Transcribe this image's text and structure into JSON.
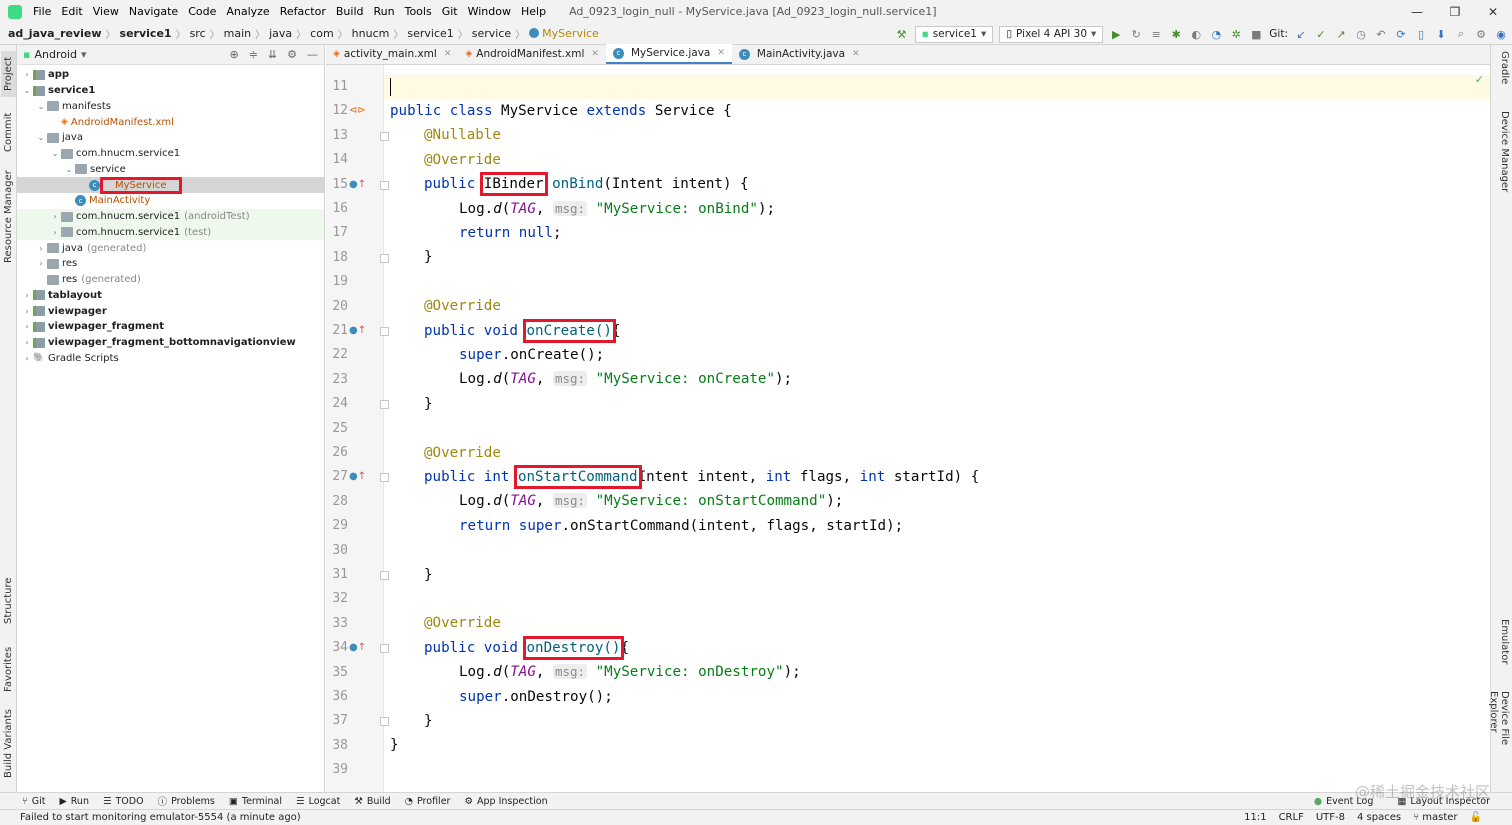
{
  "menu": [
    "File",
    "Edit",
    "View",
    "Navigate",
    "Code",
    "Analyze",
    "Refactor",
    "Build",
    "Run",
    "Tools",
    "Git",
    "Window",
    "Help"
  ],
  "window_title": "Ad_0923_login_null - MyService.java [Ad_0923_login_null.service1]",
  "breadcrumb": [
    "ad_java_review",
    "service1",
    "src",
    "main",
    "java",
    "com",
    "hnucm",
    "service1",
    "service",
    "MyService"
  ],
  "toolbar": {
    "run_config": "service1",
    "device": "Pixel 4 API 30",
    "git_label": "Git:"
  },
  "project_panel": {
    "view": "Android",
    "tree": [
      {
        "label": "app",
        "extra": "",
        "depth": 0,
        "kind": "module",
        "arrow": "›",
        "bold": true
      },
      {
        "label": "service1",
        "extra": "",
        "depth": 0,
        "kind": "module",
        "arrow": "⌄",
        "bold": true
      },
      {
        "label": "manifests",
        "extra": "",
        "depth": 1,
        "kind": "folder",
        "arrow": "⌄",
        "bold": false
      },
      {
        "label": "AndroidManifest.xml",
        "extra": "",
        "depth": 2,
        "kind": "xml",
        "arrow": "",
        "bold": false
      },
      {
        "label": "java",
        "extra": "",
        "depth": 1,
        "kind": "folder",
        "arrow": "⌄",
        "bold": false
      },
      {
        "label": "com.hnucm.service1",
        "extra": "",
        "depth": 2,
        "kind": "folder",
        "arrow": "⌄",
        "bold": false
      },
      {
        "label": "service",
        "extra": "",
        "depth": 3,
        "kind": "folder",
        "arrow": "⌄",
        "bold": false
      },
      {
        "label": "MyService",
        "extra": "",
        "depth": 4,
        "kind": "class",
        "arrow": "",
        "bold": false,
        "selected": true
      },
      {
        "label": "MainActivity",
        "extra": "",
        "depth": 3,
        "kind": "class",
        "arrow": "",
        "bold": false
      },
      {
        "label": "com.hnucm.service1",
        "extra": "(androidTest)",
        "depth": 2,
        "kind": "folder",
        "arrow": "›",
        "bold": false,
        "green": true
      },
      {
        "label": "com.hnucm.service1",
        "extra": "(test)",
        "depth": 2,
        "kind": "folder",
        "arrow": "›",
        "bold": false,
        "green": true
      },
      {
        "label": "java",
        "extra": "(generated)",
        "depth": 1,
        "kind": "folder",
        "arrow": "›",
        "bold": false
      },
      {
        "label": "res",
        "extra": "",
        "depth": 1,
        "kind": "folder",
        "arrow": "›",
        "bold": false
      },
      {
        "label": "res",
        "extra": "(generated)",
        "depth": 1,
        "kind": "folder",
        "arrow": "",
        "bold": false
      },
      {
        "label": "tablayout",
        "extra": "",
        "depth": 0,
        "kind": "module",
        "arrow": "›",
        "bold": true
      },
      {
        "label": "viewpager",
        "extra": "",
        "depth": 0,
        "kind": "module",
        "arrow": "›",
        "bold": true
      },
      {
        "label": "viewpager_fragment",
        "extra": "",
        "depth": 0,
        "kind": "module",
        "arrow": "›",
        "bold": true
      },
      {
        "label": "viewpager_fragment_bottomnavigationview",
        "extra": "",
        "depth": 0,
        "kind": "module",
        "arrow": "›",
        "bold": true
      },
      {
        "label": "Gradle Scripts",
        "extra": "",
        "depth": 0,
        "kind": "gradle",
        "arrow": "›",
        "bold": false
      }
    ]
  },
  "tabs": [
    "activity_main.xml",
    "AndroidManifest.xml",
    "MyService.java",
    "MainActivity.java"
  ],
  "active_tab": "MyService.java",
  "left_tool_windows": [
    "Project",
    "Commit",
    "Resource Manager",
    "Structure",
    "Favorites",
    "Build Variants"
  ],
  "right_tool_windows": [
    "Gradle",
    "Device Manager",
    "Emulator",
    "Device File Explorer"
  ],
  "editor": {
    "line_numbers": [
      "11",
      "12",
      "13",
      "14",
      "15",
      "16",
      "17",
      "18",
      "19",
      "20",
      "21",
      "22",
      "23",
      "24",
      "25",
      "26",
      "27",
      "28",
      "29",
      "30",
      "31",
      "32",
      "33",
      "34",
      "35",
      "36",
      "37",
      "38",
      "39"
    ],
    "code": {
      "l12": {
        "kw1": "public class ",
        "name": "MyService ",
        "kw2": "extends ",
        "rest": "Service {"
      },
      "l13": "@Nullable",
      "l14": "@Override",
      "l15": {
        "kw": "public ",
        "type": "IBinder",
        "fn": "onBind",
        "rest": "(Intent intent) {"
      },
      "l16": {
        "a": "Log.",
        "b": "d",
        "c": "(",
        "tag": "TAG",
        ",": ", ",
        "hint": "msg:",
        "str": "\"MyService: onBind\"",
        "end": ");"
      },
      "l17": {
        "kw": "return null",
        "end": ";"
      },
      "l18": "}",
      "l20": "@Override",
      "l21": {
        "kw": "public void ",
        "fn": "onCreate()",
        "rest": "{"
      },
      "l22": {
        "kw": "super",
        "rest": ".onCreate();"
      },
      "l23": {
        "a": "Log.",
        "b": "d",
        "c": "(",
        "tag": "TAG",
        ",": ", ",
        "hint": "msg:",
        "str": "\"MyService: onCreate\"",
        "end": ");"
      },
      "l24": "}",
      "l26": "@Override",
      "l27": {
        "kw": "public int ",
        "fn": "onStartCommand",
        "p1": "Intent intent, ",
        "kwa": "int ",
        "p2": "flags, ",
        "kwb": "int ",
        "p3": "startId) {"
      },
      "l28": {
        "a": "Log.",
        "b": "d",
        "c": "(",
        "tag": "TAG",
        ",": ", ",
        "hint": "msg:",
        "str": "\"MyService: onStartCommand\"",
        "end": ");"
      },
      "l29": {
        "kw1": "return ",
        "kw2": "super",
        "rest": ".onStartCommand(intent, flags, startId);"
      },
      "l31": "}",
      "l33": "@Override",
      "l34": {
        "kw": "public void ",
        "fn": "onDestroy()",
        "rest": "{"
      },
      "l35": {
        "a": "Log.",
        "b": "d",
        "c": "(",
        "tag": "TAG",
        ",": ", ",
        "hint": "msg:",
        "str": "\"MyService: onDestroy\"",
        "end": ");"
      },
      "l36": {
        "kw": "super",
        "rest": ".onDestroy();"
      },
      "l37": "}",
      "l38": "}"
    }
  },
  "bottom_tools": [
    "Git",
    "Run",
    "TODO",
    "Problems",
    "Terminal",
    "Logcat",
    "Build",
    "Profiler",
    "App Inspection"
  ],
  "bottom_right": [
    "Event Log",
    "Layout Inspector"
  ],
  "status": {
    "message": "Failed to start monitoring emulator-5554 (a minute ago)",
    "position": "11:1",
    "line_sep": "CRLF",
    "encoding": "UTF-8",
    "indent": "4 spaces",
    "branch": "master"
  },
  "watermark": "@稀土掘金技术社区",
  "colors": {
    "highlight_box": "#e3182d",
    "keyword": "#0033b3",
    "annotation": "#9e880d",
    "string": "#067d17",
    "tag": "#871094"
  }
}
